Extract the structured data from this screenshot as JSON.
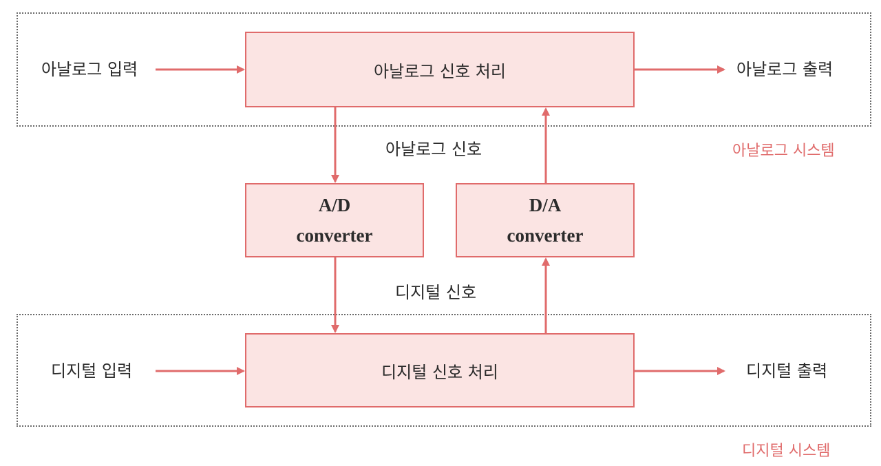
{
  "analog": {
    "input": "아날로그 입력",
    "processing": "아날로그 신호 처리",
    "output": "아날로그 출력",
    "signal": "아날로그 신호",
    "system": "아날로그 시스템"
  },
  "digital": {
    "input": "디지털 입력",
    "processing": "디지털 신호 처리",
    "output": "디지털 출력",
    "signal": "디지털 신호",
    "system": "디지털 시스템"
  },
  "ad_converter": {
    "line1": "A/D",
    "line2": "converter"
  },
  "da_converter": {
    "line1": "D/A",
    "line2": "converter"
  },
  "colors": {
    "accent": "#e06b6b",
    "box_fill": "#fbe4e3",
    "frame": "#6a6a6a",
    "text": "#2b2b2b"
  }
}
